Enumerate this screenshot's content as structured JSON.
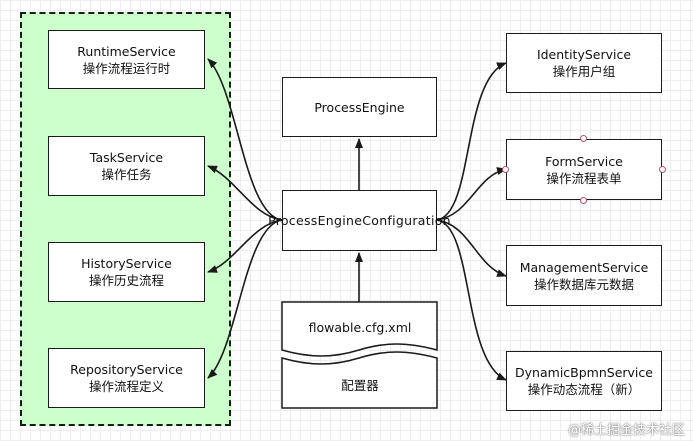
{
  "nodes": {
    "runtime": {
      "name": "RuntimeService",
      "desc": "操作流程运行时"
    },
    "task": {
      "name": "TaskService",
      "desc": "操作任务"
    },
    "history": {
      "name": "HistoryService",
      "desc": "操作历史流程"
    },
    "repository": {
      "name": "RepositoryService",
      "desc": "操作流程定义"
    },
    "engine": {
      "name": "ProcessEngine"
    },
    "config": {
      "name": "ProcessEngineConfiguration"
    },
    "config_file": {
      "name": "flowable.cfg.xml",
      "desc": "配置器"
    },
    "identity": {
      "name": "IdentityService",
      "desc": "操作用户组"
    },
    "form": {
      "name": "FormService",
      "desc": "操作流程表单"
    },
    "management": {
      "name": "ManagementService",
      "desc": "操作数据库元数据"
    },
    "dynamic": {
      "name": "DynamicBpmnService",
      "desc": "操作动态流程（新）"
    }
  },
  "watermark": "@稀土掘金技术社区",
  "colors": {
    "group_fill": "#ccffcc",
    "stroke": "#1a1a1a",
    "grid": "#eeeeee",
    "handle": "#b5536b"
  }
}
